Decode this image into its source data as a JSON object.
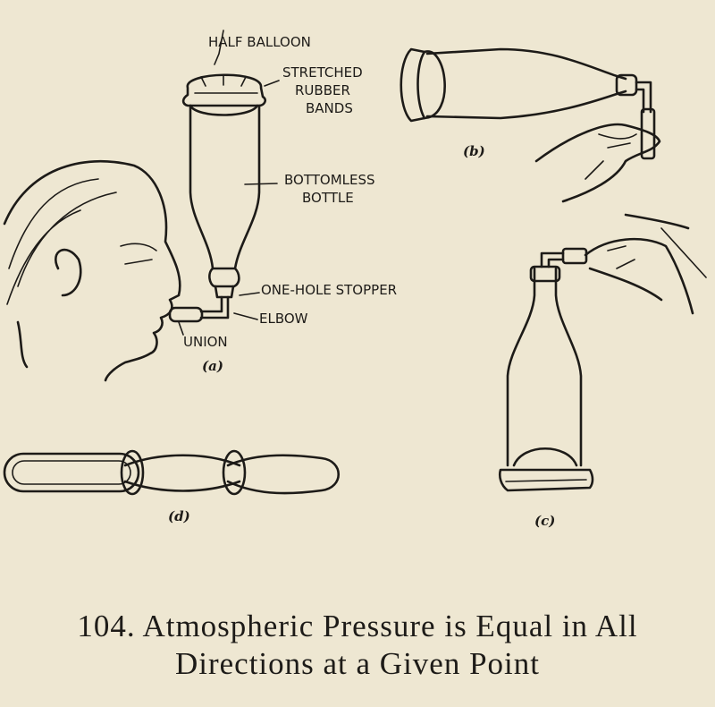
{
  "figure_a": {
    "label": "(a)",
    "callouts": {
      "half_balloon": "HALF BALLOON",
      "stretched_1": "STRETCHED",
      "stretched_2": "RUBBER",
      "stretched_3": "BANDS",
      "bottle_1": "BOTTOMLESS",
      "bottle_2": "BOTTLE",
      "stopper": "ONE-HOLE STOPPER",
      "elbow": "ELBOW",
      "union": "UNION"
    }
  },
  "figure_b": {
    "label": "(b)"
  },
  "figure_c": {
    "label": "(c)"
  },
  "figure_d": {
    "label": "(d)"
  },
  "caption": {
    "line1": "104. Atmospheric Pressure is Equal in All",
    "line2": "Directions at a Given Point"
  }
}
